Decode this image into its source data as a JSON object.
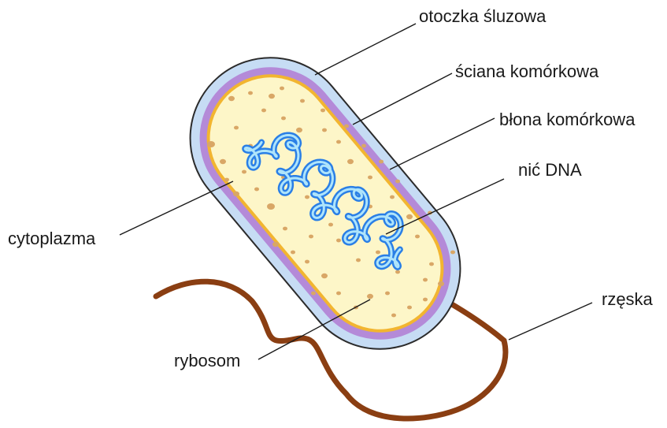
{
  "labels": {
    "capsule": "otoczka śluzowa",
    "cell_wall": "ściana komórkowa",
    "cell_membrane": "błona komórkowa",
    "dna": "nić DNA",
    "cytoplasm": "cytoplazma",
    "flagellum": "rzęska",
    "ribosome": "rybosom"
  },
  "colors": {
    "capsule": "#c6dcf4",
    "capsule_outline": "#2b2b2b",
    "cell_wall": "#b48ad8",
    "cell_membrane": "#f2b530",
    "cytoplasm": "#fdf6c8",
    "ribosome": "#d9a766",
    "dna_outer": "#2a7fe6",
    "dna_inner": "#aee4fb",
    "flagellum": "#8a3e12",
    "flagellum_base": "#4a1e0a"
  }
}
